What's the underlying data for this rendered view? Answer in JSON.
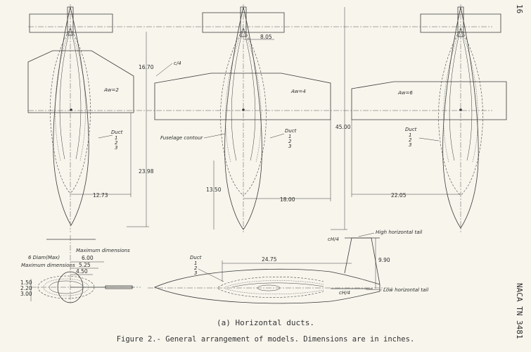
{
  "page_number": "16",
  "document_id": "NACA TN 3481",
  "subcaption": "(a) Horizontal ducts.",
  "caption": "Figure 2.- General arrangement of models.  Dimensions are in inches.",
  "models": [
    {
      "aspect_label": "Aw=2"
    },
    {
      "aspect_label": "Aw=4"
    },
    {
      "aspect_label": "Aw=6"
    }
  ],
  "labels": {
    "duct": "Duct",
    "duct_numbers": [
      "1",
      "2",
      "3"
    ],
    "fuselage_contour": "Fuselage contour",
    "quarter_chord": "c/4",
    "high_tail": "High horizontal tail",
    "low_tail": "Low horizontal tail",
    "ch4_high": "cH/4",
    "ch4_low": "cH/4",
    "diam_max": "6 Diam(Max)",
    "max_dims_top": "Maximum dimensions",
    "max_dims_left": "Maximum dimensions"
  },
  "dimensions": {
    "d1670": "16.70",
    "d805": "8.05",
    "d2398": "23.98",
    "d1273": "12.73",
    "d1350": "13.50",
    "d1800": "18.00",
    "d4500": "45.00",
    "d2205": "22.05",
    "d2475": "24.75",
    "d990": "9.90",
    "d600": "6.00",
    "d525": "5.25",
    "d450": "4.50",
    "d150": "1.50",
    "d220": "2.20",
    "d300": "3.00"
  }
}
